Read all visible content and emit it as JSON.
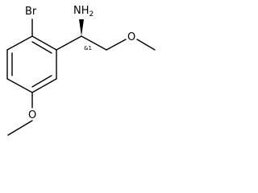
{
  "molecule": {
    "atoms": {
      "bromine": "Br",
      "amine": "NH",
      "amine_subscript": "2",
      "ether_oxygen_side_chain": "O",
      "ether_oxygen_ring": "O"
    },
    "stereo_label": "&1",
    "colors": {
      "bonds": "#000000",
      "text": "#000000",
      "background": "#ffffff"
    }
  }
}
